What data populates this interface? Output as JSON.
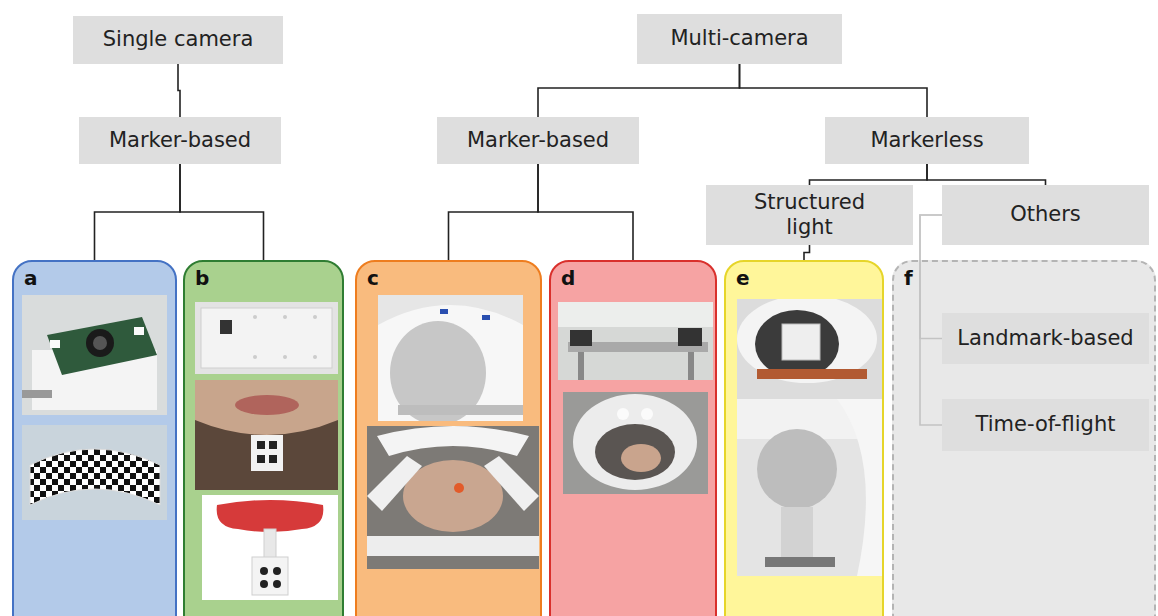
{
  "diagram": {
    "nodes": [
      {
        "text": [
          "Single camera"
        ]
      },
      {
        "text": [
          "Marker-based"
        ]
      },
      {
        "text": [
          "Multi-camera"
        ]
      },
      {
        "text": [
          "Marker-based"
        ]
      },
      {
        "text": [
          "Markerless"
        ]
      },
      {
        "text": [
          "Structured light"
        ]
      },
      {
        "text": [
          "Others"
        ]
      },
      {
        "text": [
          "a"
        ]
      },
      {
        "text": [
          "b"
        ]
      },
      {
        "text": [
          "c"
        ]
      },
      {
        "text": [
          "d"
        ]
      },
      {
        "text": [
          "e"
        ]
      },
      {
        "text": [
          "f"
        ]
      },
      {
        "text": [
          "Landmark-based"
        ],
        "in": 12
      },
      {
        "text": [
          "Time-of-flight"
        ],
        "in": 12
      }
    ],
    "edges": [
      {
        "from": 0,
        "to": 1,
        "arrow": "none"
      },
      {
        "from": 1,
        "to": 7,
        "arrow": "none"
      },
      {
        "from": 1,
        "to": 8,
        "arrow": "none"
      },
      {
        "from": 2,
        "to": 3,
        "arrow": "none"
      },
      {
        "from": 2,
        "to": 4,
        "arrow": "none"
      },
      {
        "from": 3,
        "to": 9,
        "arrow": "none"
      },
      {
        "from": 3,
        "to": 10,
        "arrow": "none"
      },
      {
        "from": 4,
        "to": 5,
        "arrow": "none"
      },
      {
        "from": 4,
        "to": 6,
        "arrow": "none"
      },
      {
        "from": 5,
        "to": 11,
        "arrow": "none"
      },
      {
        "from": 6,
        "to": 13,
        "arrow": "none"
      },
      {
        "from": 6,
        "to": 14,
        "arrow": "none"
      }
    ]
  }
}
